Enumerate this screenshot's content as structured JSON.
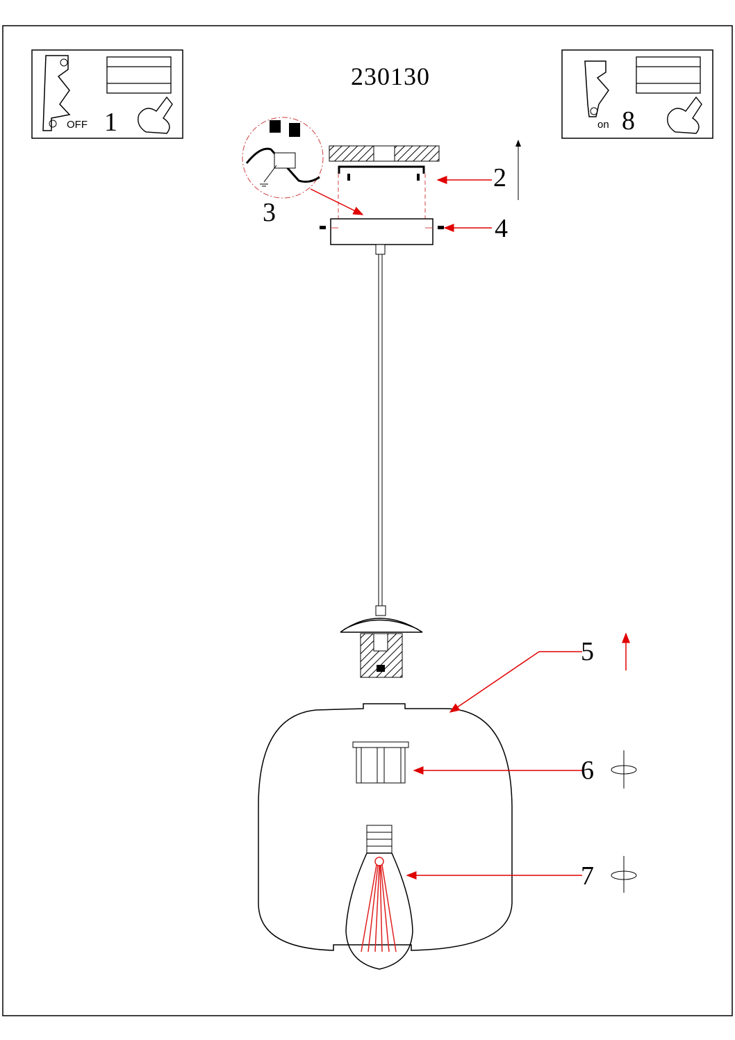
{
  "title": "230130",
  "panels": {
    "off": {
      "label": "OFF",
      "step": "1"
    },
    "on": {
      "label": "on",
      "step": "8"
    }
  },
  "steps": [
    "2",
    "3",
    "4",
    "5",
    "6",
    "7"
  ],
  "colors": {
    "arrow": "#e00000",
    "line": "#000000",
    "dash": "#d04040",
    "filament": "#e02020"
  }
}
